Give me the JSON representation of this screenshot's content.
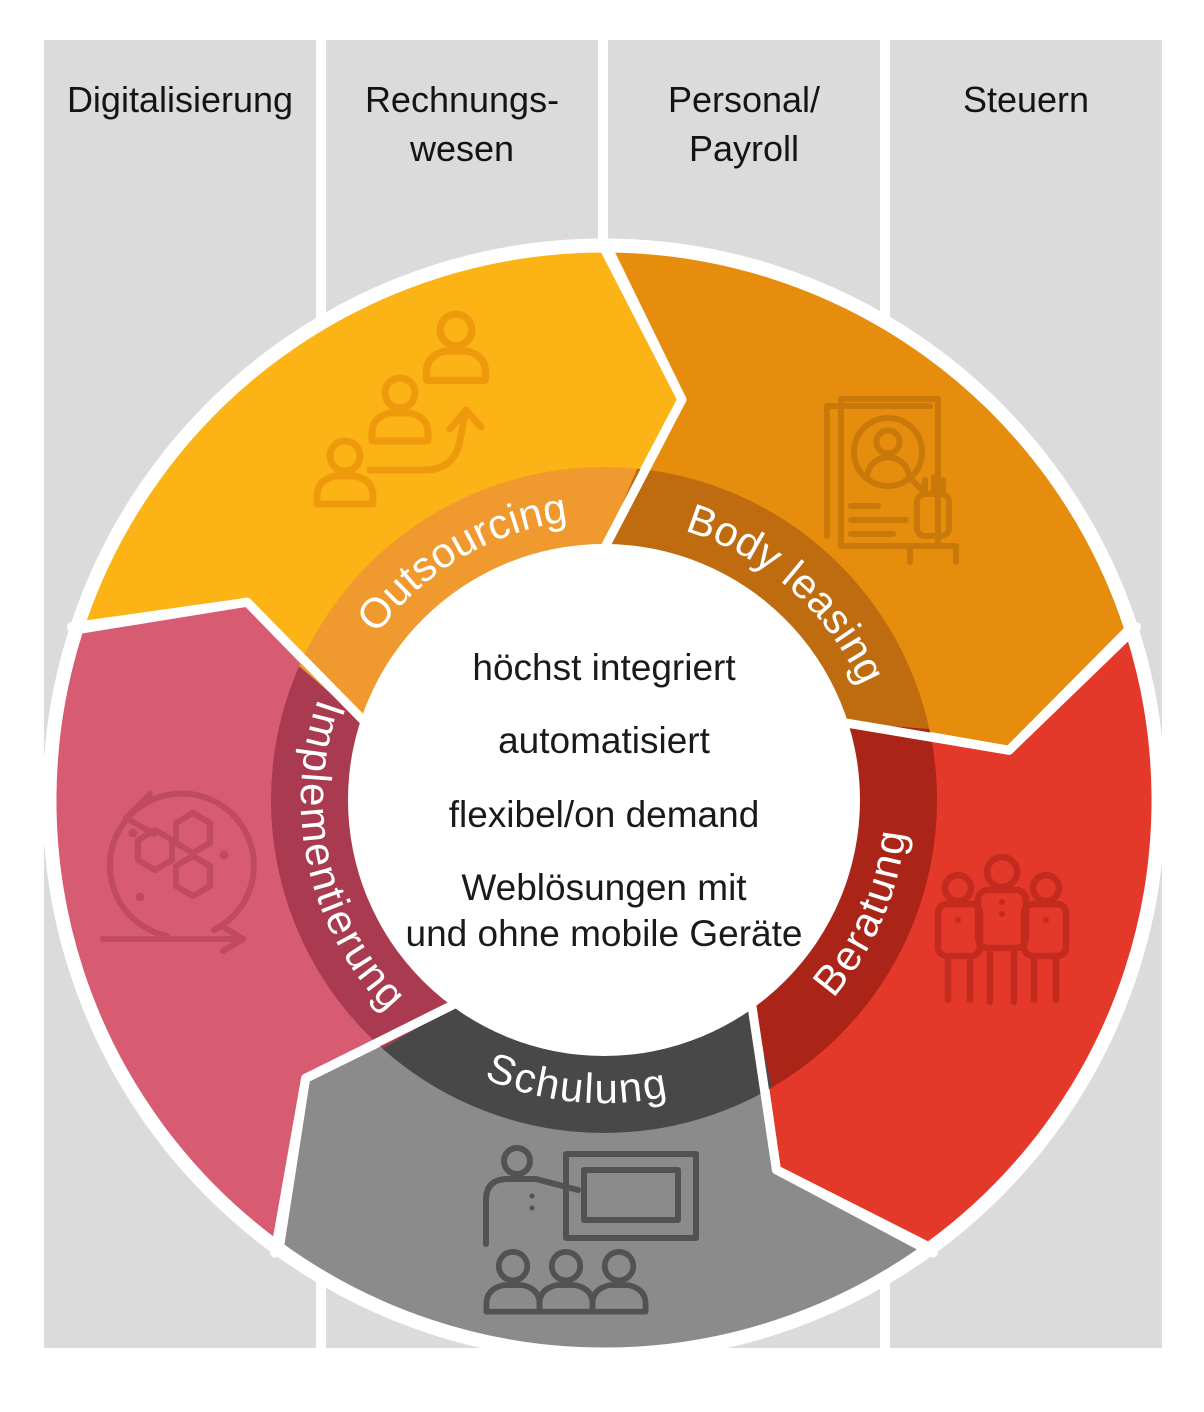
{
  "columns": [
    {
      "label": "Digitalisierung"
    },
    {
      "label": "Rechnungs-\nwesen"
    },
    {
      "label": "Personal/\nPayroll"
    },
    {
      "label": "Steuern"
    }
  ],
  "center": {
    "lines": [
      "höchst integriert",
      "automatisiert",
      "flexibel/on demand",
      "Weblösungen mit\nund ohne mobile Geräte"
    ]
  },
  "segments": [
    {
      "id": "outsourcing",
      "label": "Outsourcing",
      "start_angle": 288,
      "end_angle": 360,
      "color": "#fcb316",
      "band_color": "#f0992e",
      "icon_color": "#ee9a0c",
      "icon": "people-growth-arrow-icon",
      "label_direction": "cw"
    },
    {
      "id": "body-leasing",
      "label": "Body leasing",
      "start_angle": 0,
      "end_angle": 72,
      "color": "#e78d0e",
      "band_color": "#bf6c10",
      "icon_color": "#c8790a",
      "icon": "cv-magnifier-hand-icon",
      "label_direction": "cw"
    },
    {
      "id": "beratung",
      "label": "Beratung",
      "start_angle": 72,
      "end_angle": 144,
      "color": "#e4382b",
      "band_color": "#ab2418",
      "icon_color": "#c22b1e",
      "icon": "team-people-icon",
      "label_direction": "ccw"
    },
    {
      "id": "schulung",
      "label": "Schulung",
      "start_angle": 144,
      "end_angle": 216,
      "color": "#8b8b8b",
      "band_color": "#484848",
      "icon_color": "#525252",
      "icon": "trainer-board-icon",
      "label_direction": "ccw"
    },
    {
      "id": "implementierung",
      "label": "Implementierung",
      "start_angle": 216,
      "end_angle": 288,
      "color": "#d75c72",
      "band_color": "#a93a50",
      "icon_color": "#c04a60",
      "icon": "agile-iteration-icon",
      "label_direction": "ccw"
    }
  ],
  "colors": {
    "column_bg": "#dbdbdb",
    "background": "#ffffff",
    "label_text": "#ffffff",
    "center_text": "#1a1a1a"
  }
}
